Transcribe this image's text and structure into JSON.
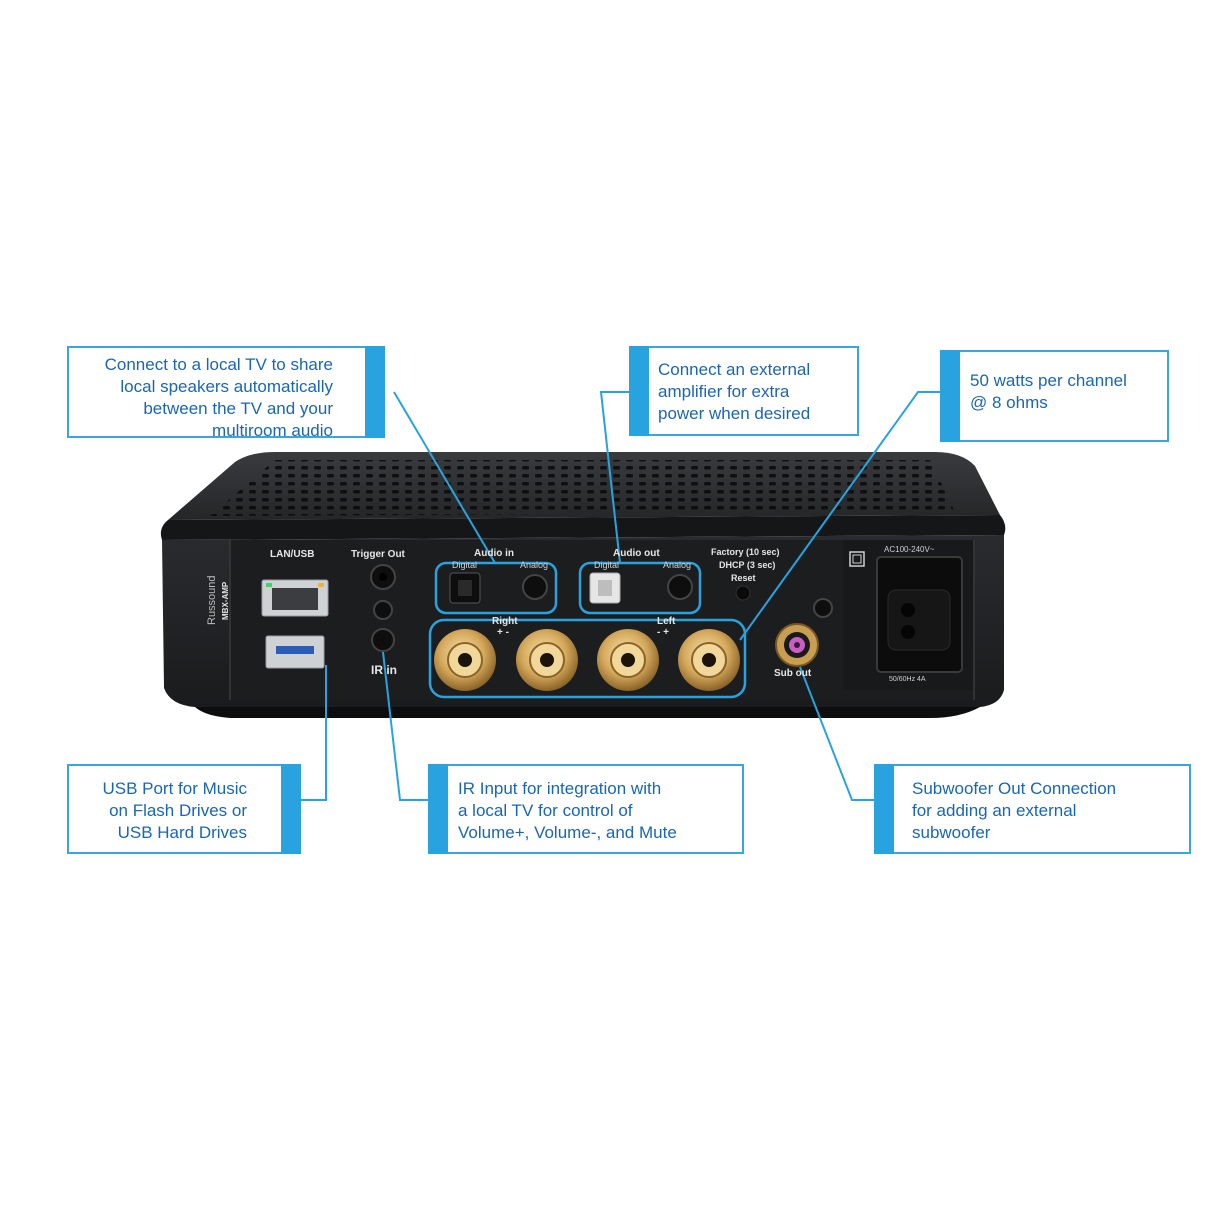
{
  "callouts": {
    "tv_share": "Connect to a local TV to share\nlocal speakers automatically\nbetween the TV and your\nmultiroom audio",
    "external_amp": "Connect an external\namplifier for extra\npower when desired",
    "watts": "50 watts per channel\n@ 8 ohms",
    "usb_port": "USB Port for Music\non Flash Drives or\nUSB Hard Drives",
    "ir_input": "IR Input for integration with\na local TV for control of\nVolume+, Volume-, and Mute",
    "subwoofer": "Subwoofer Out Connection\nfor adding an external\nsubwoofer"
  },
  "device_labels": {
    "lan_usb": "LAN/USB",
    "trigger_out": "Trigger Out",
    "audio_in": "Audio in",
    "audio_out": "Audio out",
    "digital_in": "Digital",
    "analog_in": "Analog",
    "digital_out": "Digital",
    "analog_out": "Analog",
    "factory": "Factory (10 sec)",
    "dhcp": "DHCP (3 sec)",
    "reset": "Reset",
    "right": "Right",
    "right_pol": "+ -",
    "left": "Left",
    "left_pol": "- +",
    "ir_in": "IR in",
    "sub_out": "Sub out",
    "ac_rating": "AC100-240V~",
    "freq_rating": "50/60Hz 4A",
    "brand": "Russound",
    "model": "MBX-AMP"
  },
  "colors": {
    "accent": "#29a3df",
    "callout_text": "#1b66b0",
    "chassis": "#1f2022"
  }
}
